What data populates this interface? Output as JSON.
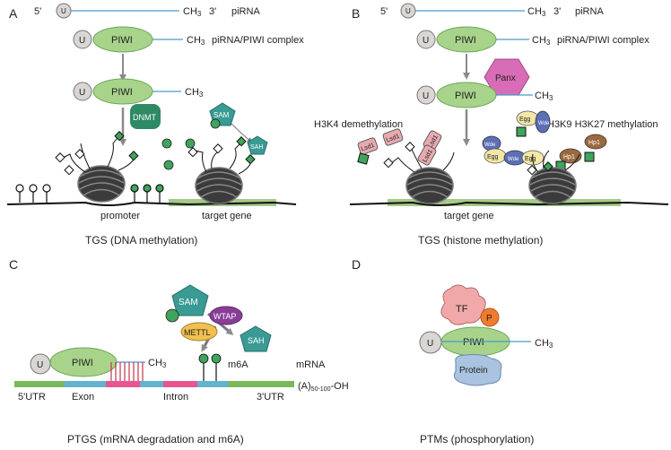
{
  "panels": {
    "a": {
      "letter": "A",
      "five_prime": "5'",
      "three_prime": "3'",
      "methyl": "CH",
      "methyl_sub": "3",
      "pirna": "piRNA",
      "u": "U",
      "piwi": "PIWI",
      "complex": "piRNA/PIWI complex",
      "dnmt": "DNMT",
      "sam": "SAM",
      "sah": "SAH",
      "promoter": "promoter",
      "target_gene": "target gene",
      "caption": "TGS (DNA methylation)"
    },
    "b": {
      "letter": "B",
      "five_prime": "5'",
      "three_prime": "3'",
      "methyl": "CH",
      "methyl_sub": "3",
      "pirna": "piRNA",
      "u": "U",
      "piwi": "PIWI",
      "complex": "piRNA/PIWI complex",
      "panx": "Panx",
      "h3k4": "H3K4 demethylation",
      "h3k9": "H3K9 H3K27 methylation",
      "lsd1": "Lsd1",
      "egg": "Egg",
      "wde": "Wde",
      "hp1": "Hp1",
      "target_gene": "target gene",
      "caption": "TGS (histone methylation)"
    },
    "c": {
      "letter": "C",
      "u": "U",
      "piwi": "PIWI",
      "methyl": "CH",
      "methyl_sub": "3",
      "sam": "SAM",
      "sah": "SAH",
      "wtap": "WTAP",
      "mettl": "METTL",
      "m6a": "m6A",
      "mrna": "mRNA",
      "utr5": "5'UTR",
      "exon": "Exon",
      "intron": "Intron",
      "utr3": "3'UTR",
      "polya": "(A)",
      "polya_sub": "50-100",
      "polya_end": "-OH",
      "caption": "PTGS (mRNA degradation and m6A)"
    },
    "d": {
      "letter": "D",
      "tf": "TF",
      "p": "P",
      "u": "U",
      "piwi": "PIWI",
      "methyl": "CH",
      "methyl_sub": "3",
      "protein": "Protein",
      "caption": "PTMs (phosphorylation)"
    }
  },
  "colors": {
    "piwi_fill": "#a8d38a",
    "u_fill": "#d9d6d3",
    "dnmt": "#2e8a64",
    "sam": "#3a9a94",
    "dot": "#3fa45c",
    "panx": "#d86cb6",
    "lsd1": "#e5aab0",
    "egg": "#f3e7a8",
    "wde": "#5b6fb6",
    "hp1": "#9a6a3f",
    "gene_band": "#a6c98a",
    "utr": "#7ab85a",
    "exon": "#e8558f",
    "intron_blue": "#62b3d0",
    "wtap": "#8a3d97",
    "mettl": "#f0c050",
    "tf": "#f0a8a8",
    "p": "#f07b2e",
    "protein": "#a9c3e0",
    "nucleosome": "#3a3a3a",
    "arrow": "#888888"
  }
}
